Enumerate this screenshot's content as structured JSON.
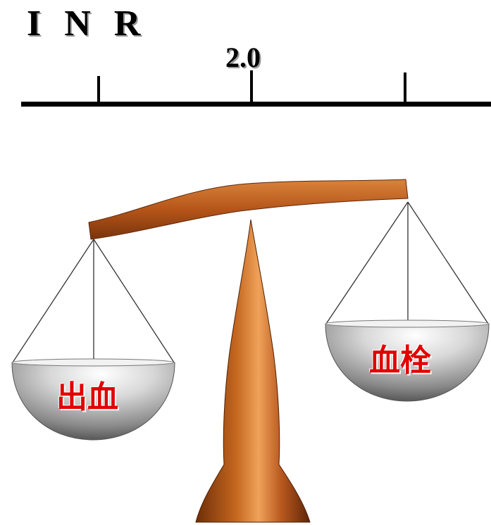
{
  "header": {
    "title_fragment": "",
    "axis_label": "I N R",
    "tick_label": "2.0"
  },
  "scale": {
    "left_pan_label": "出血",
    "right_pan_label": "血栓"
  },
  "colors": {
    "axis": "#000000",
    "beam_wood": "#b8581f",
    "pan_metal": "#9c9c9c",
    "pan_label": "#e10000"
  }
}
